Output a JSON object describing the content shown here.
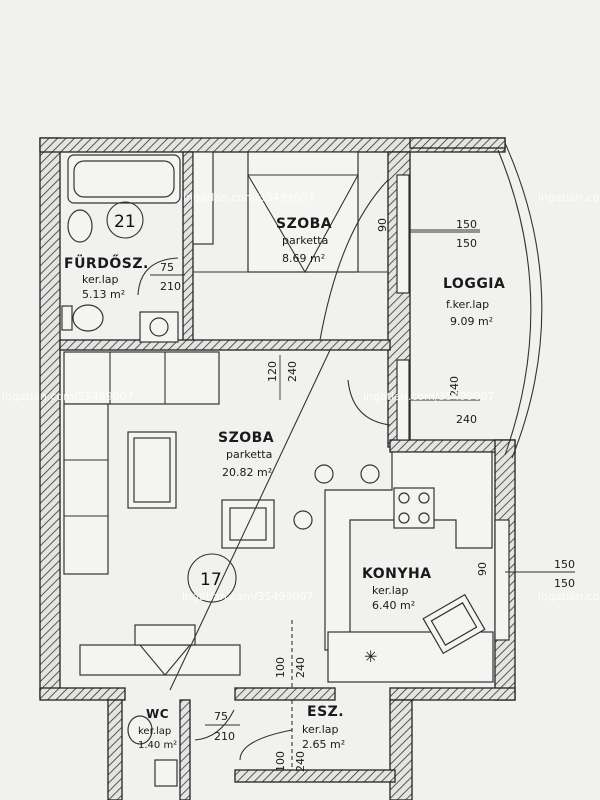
{
  "rooms": {
    "furdoszoba": {
      "name": "FÜRDŐSZ.",
      "floor": "ker.lap",
      "area": "5.13 m²"
    },
    "szoba_small": {
      "name": "SZOBA",
      "floor": "parketta",
      "area": "8.69 m²"
    },
    "loggia": {
      "name": "LOGGIA",
      "floor": "f.ker.lap",
      "area": "9.09 m²"
    },
    "szoba_large": {
      "name": "SZOBA",
      "floor": "parketta",
      "area": "20.82 m²"
    },
    "konyha": {
      "name": "KONYHA",
      "floor": "ker.lap",
      "area": "6.40 m²"
    },
    "wc": {
      "name": "WC",
      "floor": "ker.lap",
      "area": "1.40 m²"
    },
    "eloter": {
      "name": "ESZ.",
      "floor": "ker.lap",
      "area": "2.65 m²"
    }
  },
  "unit_numbers": {
    "bath": "21",
    "living": "17"
  },
  "dimensions": {
    "bath_door_w": "75",
    "bath_door_h": "210",
    "szoba_door_90": "90",
    "loggia_win_w": "150",
    "loggia_win_h": "150",
    "living_120": "120",
    "living_240": "240",
    "loggia_door_w": "240",
    "loggia_door_h": "240",
    "kitchen_90": "90",
    "kitchen_win_w": "150",
    "kitchen_win_h": "150",
    "entry_100": "100",
    "entry_240": "240",
    "wc_door_w": "75",
    "wc_door_h": "210",
    "esz_100": "100",
    "esz_240": "240"
  },
  "watermark": "ingatlan.com/35499007"
}
